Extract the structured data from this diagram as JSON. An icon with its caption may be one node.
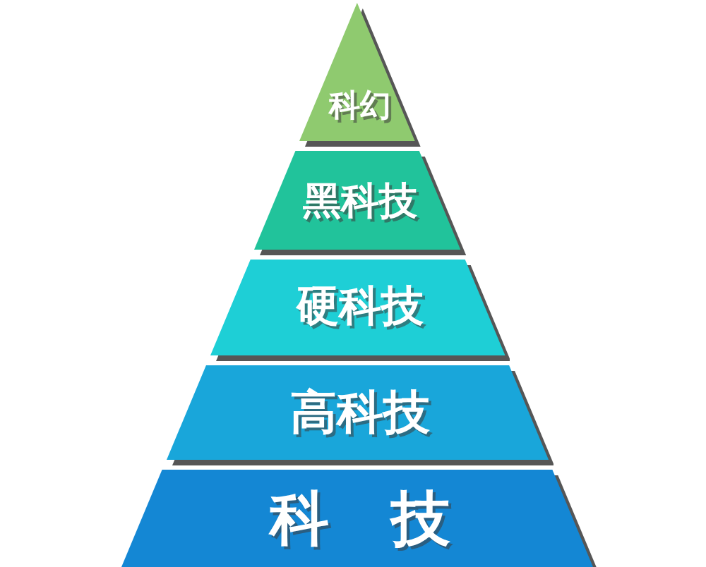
{
  "diagram": {
    "nodes": [
      {
        "text": [
          "科幻"
        ]
      },
      {
        "text": [
          "黑科技"
        ]
      },
      {
        "text": [
          "硬科技"
        ]
      },
      {
        "text": [
          "高科技"
        ]
      },
      {
        "text": [
          "科 技"
        ]
      }
    ]
  }
}
